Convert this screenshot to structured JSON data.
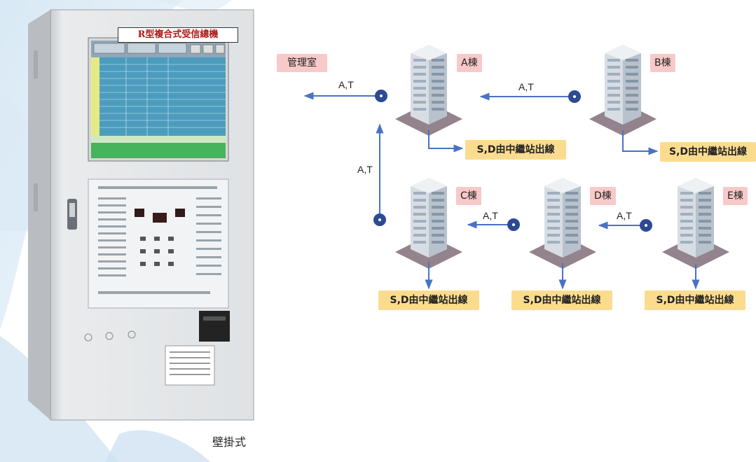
{
  "cabinet": {
    "title": "R型複合式受信總機",
    "caption": "壁掛式"
  },
  "diagram": {
    "management_room": "管理室",
    "buildings": [
      {
        "id": "A",
        "label": "A棟",
        "outlet": "S,D由中繼站出線"
      },
      {
        "id": "B",
        "label": "B棟",
        "outlet": "S,D由中繼站出線"
      },
      {
        "id": "C",
        "label": "C棟",
        "outlet": "S,D由中繼站出線"
      },
      {
        "id": "D",
        "label": "D棟",
        "outlet": "S,D由中繼站出線"
      },
      {
        "id": "E",
        "label": "E棟",
        "outlet": "S,D由中繼站出線"
      }
    ],
    "links": [
      {
        "label": "A,T",
        "from": "A",
        "to": "管理室"
      },
      {
        "label": "A,T",
        "from": "B",
        "to": "A"
      },
      {
        "label": "A,T",
        "from": "C",
        "to": "A"
      },
      {
        "label": "A,T",
        "from": "D",
        "to": "C"
      },
      {
        "label": "A,T",
        "from": "E",
        "to": "D"
      }
    ]
  },
  "colors": {
    "arrow": "#4a72c4",
    "node": "#2d4a93",
    "tag": "#f8c9c9",
    "outlet_box": "#fbdc8f",
    "cabinet": "#e4e6e8",
    "screen": "#5fa8c8"
  }
}
